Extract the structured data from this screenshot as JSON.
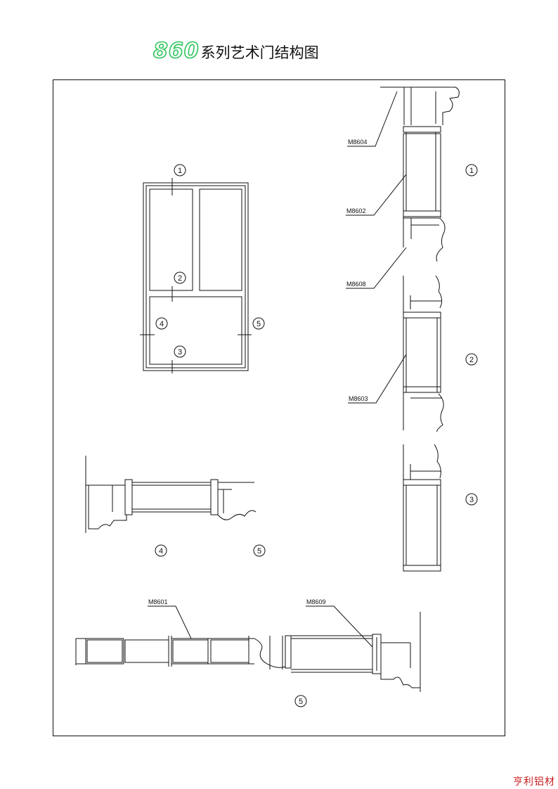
{
  "title": {
    "number": "860",
    "text": "系列艺术门结构图"
  },
  "labels": {
    "m8604": "M8604",
    "m8602": "M8602",
    "m8608": "M8608",
    "m8603": "M8603",
    "m8601": "M8601",
    "m8609": "M8609"
  },
  "markers": {
    "n1": "1",
    "n2": "2",
    "n3": "3",
    "n4": "4",
    "n5": "5"
  },
  "watermark": "亨利铝材",
  "colors": {
    "accent": "#2fc45c",
    "line": "#111111",
    "watermark": "#c82020"
  }
}
